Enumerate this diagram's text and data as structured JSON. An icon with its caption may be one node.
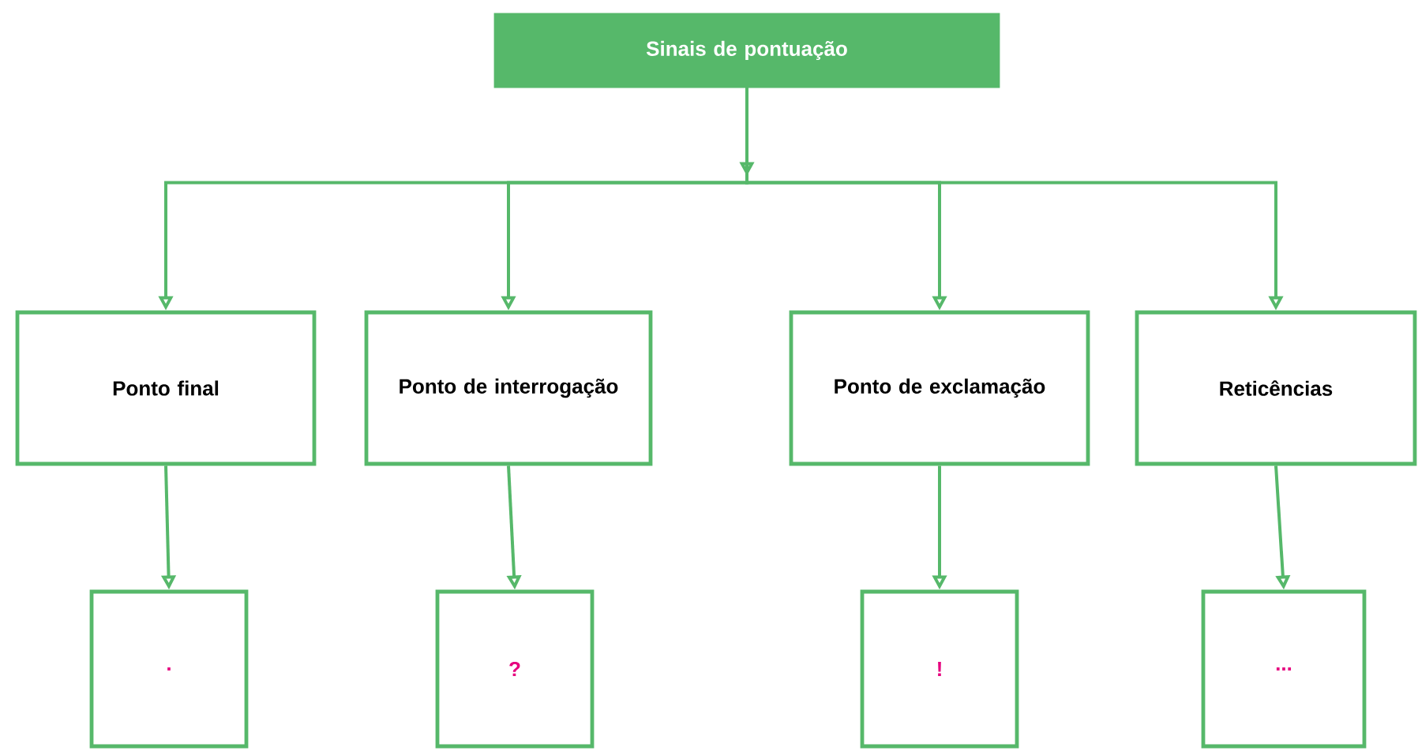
{
  "diagram": {
    "nodes": [
      {
        "text": [
          "Sinais de pontuação"
        ]
      },
      {
        "text": [
          "Ponto final"
        ]
      },
      {
        "text": [
          "Ponto de interrogação"
        ]
      },
      {
        "text": [
          "Ponto de exclamação"
        ]
      },
      {
        "text": [
          "Reticências"
        ]
      },
      {
        "text": [
          "."
        ]
      },
      {
        "text": [
          "?"
        ]
      },
      {
        "text": [
          "!"
        ]
      },
      {
        "text": [
          "..."
        ]
      }
    ],
    "edges": [
      {
        "from": 0,
        "to": 1,
        "arrow": "to"
      },
      {
        "from": 0,
        "to": 2,
        "arrow": "to"
      },
      {
        "from": 0,
        "to": 3,
        "arrow": "to"
      },
      {
        "from": 0,
        "to": 4,
        "arrow": "to"
      },
      {
        "from": 1,
        "to": 5,
        "arrow": "to"
      },
      {
        "from": 2,
        "to": 6,
        "arrow": "to"
      },
      {
        "from": 3,
        "to": 7,
        "arrow": "to"
      },
      {
        "from": 4,
        "to": 8,
        "arrow": "to"
      }
    ]
  }
}
